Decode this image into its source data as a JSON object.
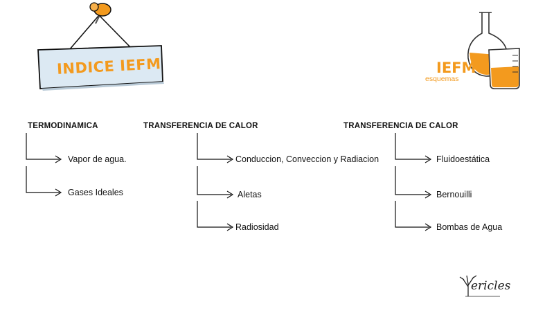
{
  "sign": {
    "title": "INDICE IEFM"
  },
  "logo": {
    "title": "IEFM",
    "subtitle": "esquemas"
  },
  "columns": [
    {
      "heading": "TERMODINAMICA",
      "items": [
        "Vapor de agua.",
        "Gases Ideales"
      ]
    },
    {
      "heading": "TRANSFERENCIA DE CALOR",
      "items": [
        "Conduccion, Conveccion y Radiacion",
        "Aletas",
        "Radiosidad"
      ]
    },
    {
      "heading": "TRANSFERENCIA DE CALOR",
      "items": [
        "Fluidoestática",
        "Bernouilli",
        "Bombas de Agua"
      ]
    }
  ],
  "signature": {
    "text": "ericles"
  },
  "colors": {
    "accent": "#f39a1e",
    "sign_fill": "#dce9f3",
    "line": "#111111"
  },
  "icons": {
    "pin": "pushpin-icon",
    "flask": "flask-icon",
    "beaker": "beaker-icon"
  }
}
